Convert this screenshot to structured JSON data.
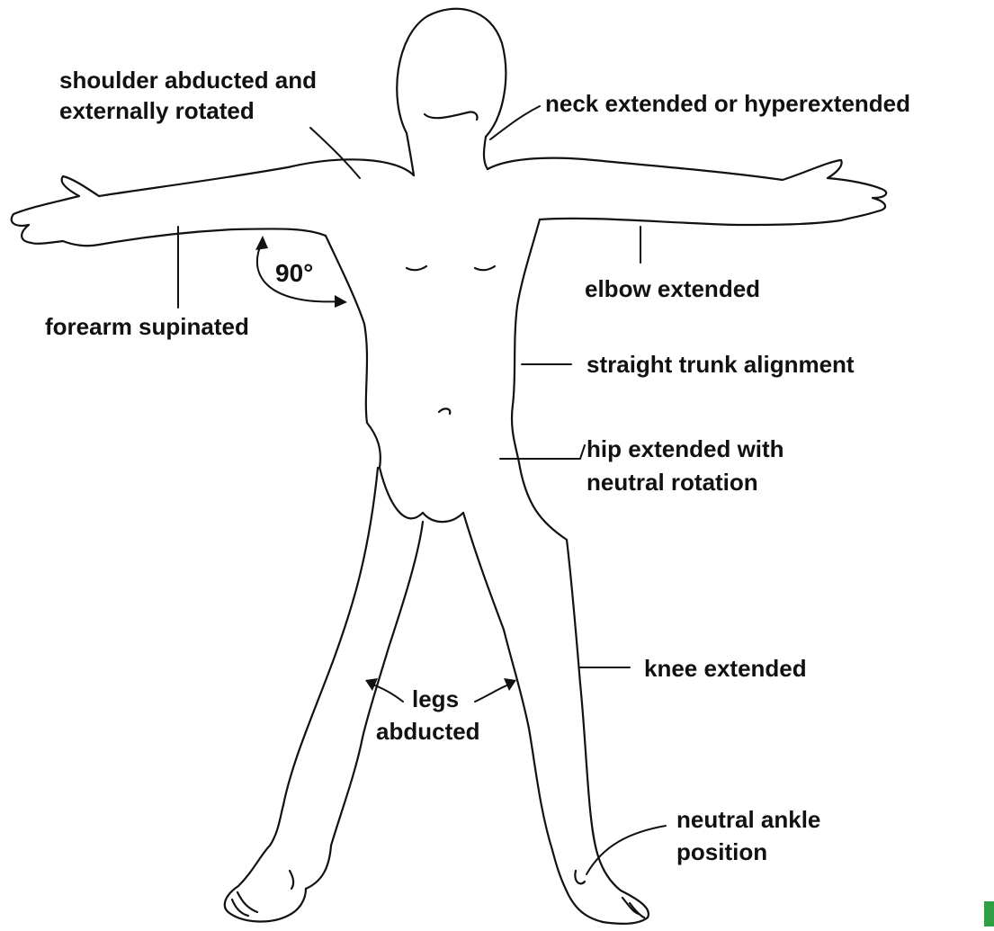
{
  "labels": {
    "shoulder_line1": "shoulder abducted and",
    "shoulder_line2": "externally rotated",
    "neck": "neck extended or hyperextended",
    "angle": "90°",
    "elbow": "elbow extended",
    "forearm": "forearm supinated",
    "trunk": "straight trunk alignment",
    "hip_line1": "hip extended with",
    "hip_line2": "neutral rotation",
    "knee": "knee extended",
    "legs_line1": "legs",
    "legs_line2": "abducted",
    "ankle_line1": "neutral ankle",
    "ankle_line2": "position"
  },
  "colors": {
    "ink": "#111111",
    "background": "#ffffff",
    "corner_badge": "#2f9e44"
  }
}
